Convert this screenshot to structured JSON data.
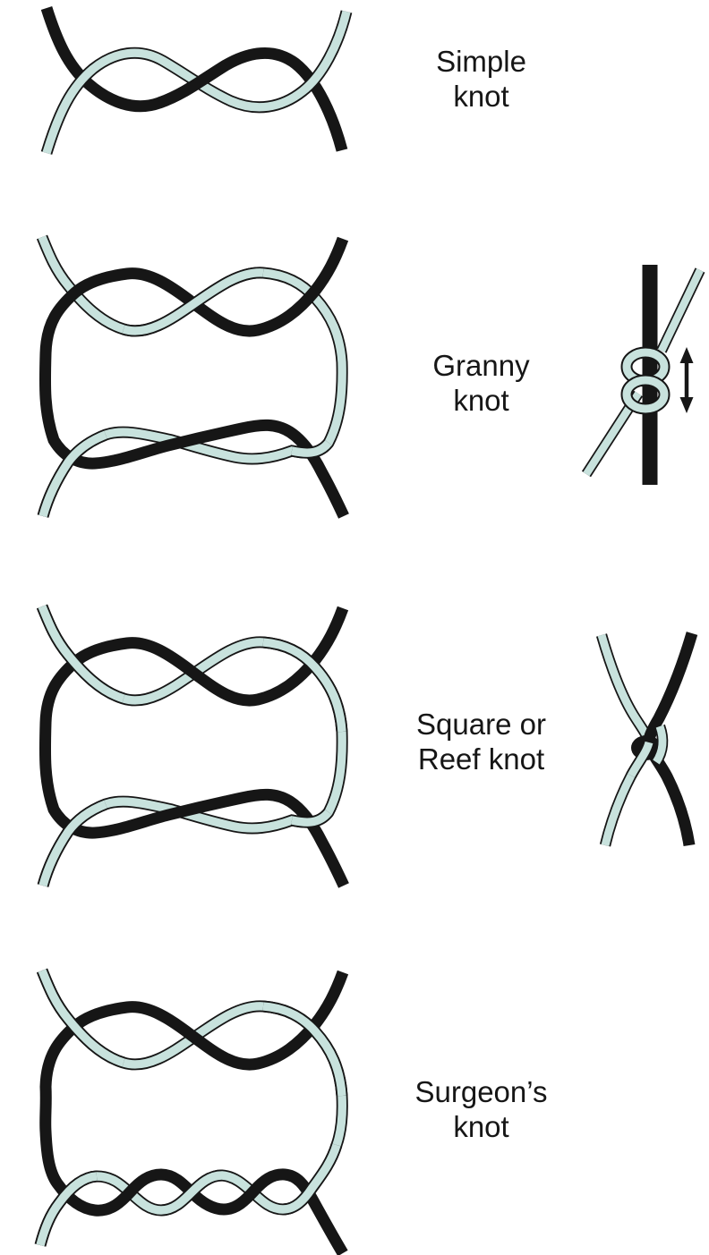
{
  "figure": {
    "background": "#ffffff",
    "colors": {
      "background": "#ffffff",
      "rope_dark": "#161616",
      "rope_light": "#c8e2dd",
      "rope_outline": "#161616",
      "text": "#161616"
    },
    "rows": [
      {
        "id": "simple",
        "name": "Simple knot",
        "label_lines": [
          "Simple",
          "knot"
        ]
      },
      {
        "id": "granny",
        "name": "Granny knot",
        "label_lines": [
          "Granny",
          "knot"
        ],
        "side_icon": "up-down-arrow"
      },
      {
        "id": "square",
        "name": "Square or Reef knot",
        "label_lines": [
          "Square or",
          "Reef knot"
        ]
      },
      {
        "id": "surgeon",
        "name": "Surgeon’s knot",
        "label_lines": [
          "Surgeon’s",
          "knot"
        ]
      }
    ]
  }
}
